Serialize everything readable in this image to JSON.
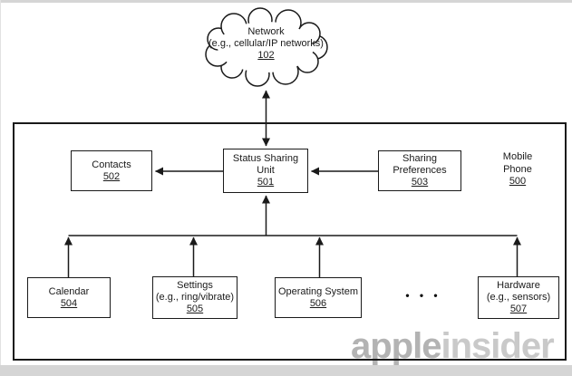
{
  "figure": {
    "cloud": {
      "line1": "Network",
      "line2": "(e.g., cellular/IP networks)",
      "ref": "102"
    },
    "mobile_phone_label": {
      "line1": "Mobile",
      "line2": "Phone",
      "ref": "500"
    },
    "boxes": {
      "status_sharing_unit": {
        "line1": "Status Sharing",
        "line2": "Unit",
        "ref": "501"
      },
      "contacts": {
        "line1": "Contacts",
        "ref": "502"
      },
      "sharing_preferences": {
        "line1": "Sharing",
        "line2": "Preferences",
        "ref": "503"
      },
      "calendar": {
        "line1": "Calendar",
        "ref": "504"
      },
      "settings": {
        "line1": "Settings",
        "line2": "(e.g., ring/vibrate)",
        "ref": "505"
      },
      "operating_system": {
        "line1": "Operating System",
        "ref": "506"
      },
      "hardware": {
        "line1": "Hardware",
        "line2": "(e.g., sensors)",
        "ref": "507"
      }
    },
    "ellipsis": "• • •",
    "colors": {
      "line": "#1a1a1a",
      "background": "#ffffff",
      "frame": "#d5d5d5"
    }
  },
  "watermark": {
    "part1": "apple",
    "part2": "insider",
    "color_part1": "#b3b3b3",
    "color_part2": "#c9c9c9"
  }
}
